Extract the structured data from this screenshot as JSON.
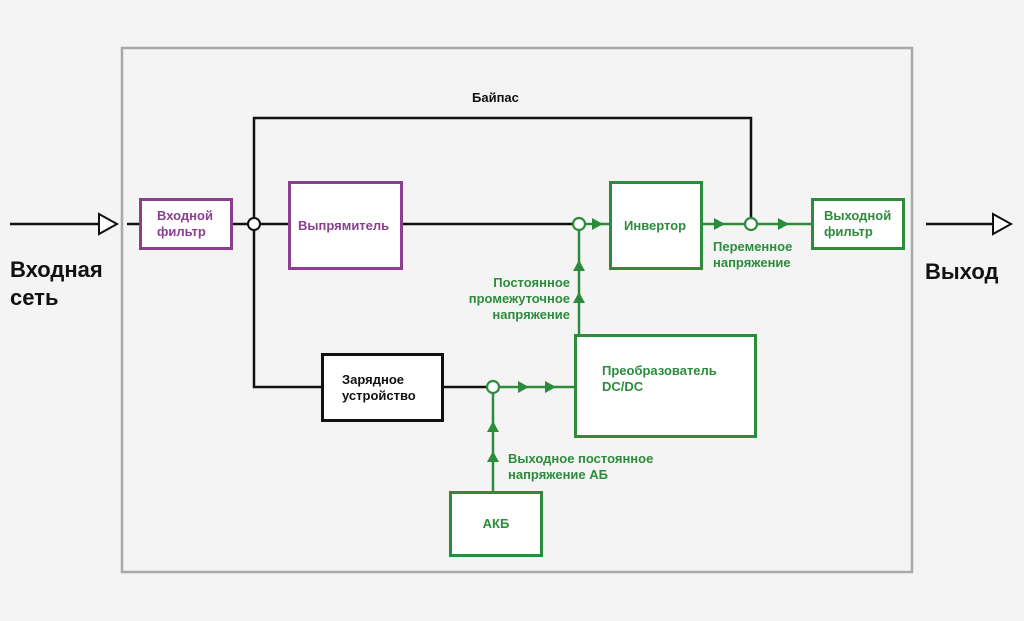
{
  "labels": {
    "input_network": [
      "Входная",
      "сеть"
    ],
    "output": "Выход",
    "bypass": "Байпас",
    "dc_intermediate": [
      "Постоянное",
      "промежуточное",
      "напряжение"
    ],
    "ac_voltage": [
      "Переменное",
      "напряжение"
    ],
    "battery_dc_output": [
      "Выходное постоянное",
      "напряжение АБ"
    ]
  },
  "blocks": {
    "input_filter": [
      "Входной",
      "фильтр"
    ],
    "rectifier": "Выпрямитель",
    "inverter": "Инвертор",
    "output_filter": [
      "Выходной",
      "фильтр"
    ],
    "charger": [
      "Зарядное",
      "устройство"
    ],
    "dcdc_converter": [
      "Преобразователь",
      "DC/DC"
    ],
    "battery": "АКБ"
  },
  "colors": {
    "background": "#f4f4f4",
    "frame": "#a8a8a8",
    "line": "#111111",
    "purple": "#8b3f8f",
    "green": "#2c8c3c"
  }
}
